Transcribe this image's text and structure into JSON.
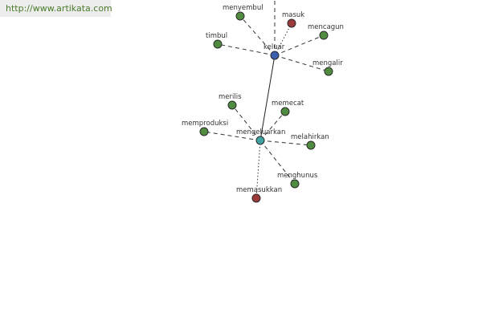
{
  "watermark": "http://www.artikata.com",
  "colors": {
    "hub": "#3b5fae",
    "hub_secondary": "#3fa3a3",
    "green": "#4f8c3f",
    "red": "#9b3a3a"
  },
  "nodes": [
    {
      "id": "keluar",
      "label": "keluar",
      "kind": "hub"
    },
    {
      "id": "mengeluarkan",
      "label": "mengeluarkan",
      "kind": "hub_secondary"
    },
    {
      "id": "menyembul",
      "label": "menyembul",
      "kind": "green"
    },
    {
      "id": "masuk",
      "label": "masuk",
      "kind": "red"
    },
    {
      "id": "mencagun",
      "label": "mencagun",
      "kind": "green"
    },
    {
      "id": "timbul",
      "label": "timbul",
      "kind": "green"
    },
    {
      "id": "mengalir",
      "label": "mengalir",
      "kind": "green"
    },
    {
      "id": "merilis",
      "label": "merilis",
      "kind": "green"
    },
    {
      "id": "memecat",
      "label": "memecat",
      "kind": "green"
    },
    {
      "id": "memproduksi",
      "label": "memproduksi",
      "kind": "green"
    },
    {
      "id": "melahirkan",
      "label": "melahirkan",
      "kind": "green"
    },
    {
      "id": "menghunus",
      "label": "menghunus",
      "kind": "green"
    },
    {
      "id": "memasukkan",
      "label": "memasukkan",
      "kind": "red"
    }
  ],
  "edges": [
    {
      "from": "keluar",
      "to": "menyembul",
      "style": "dashed"
    },
    {
      "from": "keluar",
      "to": "masuk",
      "style": "dotted"
    },
    {
      "from": "keluar",
      "to": "mencagun",
      "style": "dashed"
    },
    {
      "from": "keluar",
      "to": "timbul",
      "style": "dashed"
    },
    {
      "from": "keluar",
      "to": "mengalir",
      "style": "dashed"
    },
    {
      "from": "keluar",
      "to": "mengeluarkan",
      "style": "solid"
    },
    {
      "from": "mengeluarkan",
      "to": "merilis",
      "style": "dashed"
    },
    {
      "from": "mengeluarkan",
      "to": "memecat",
      "style": "dashed"
    },
    {
      "from": "mengeluarkan",
      "to": "memproduksi",
      "style": "dashed"
    },
    {
      "from": "mengeluarkan",
      "to": "melahirkan",
      "style": "dashed"
    },
    {
      "from": "mengeluarkan",
      "to": "menghunus",
      "style": "dashed"
    },
    {
      "from": "mengeluarkan",
      "to": "memasukkan",
      "style": "dotted"
    }
  ]
}
